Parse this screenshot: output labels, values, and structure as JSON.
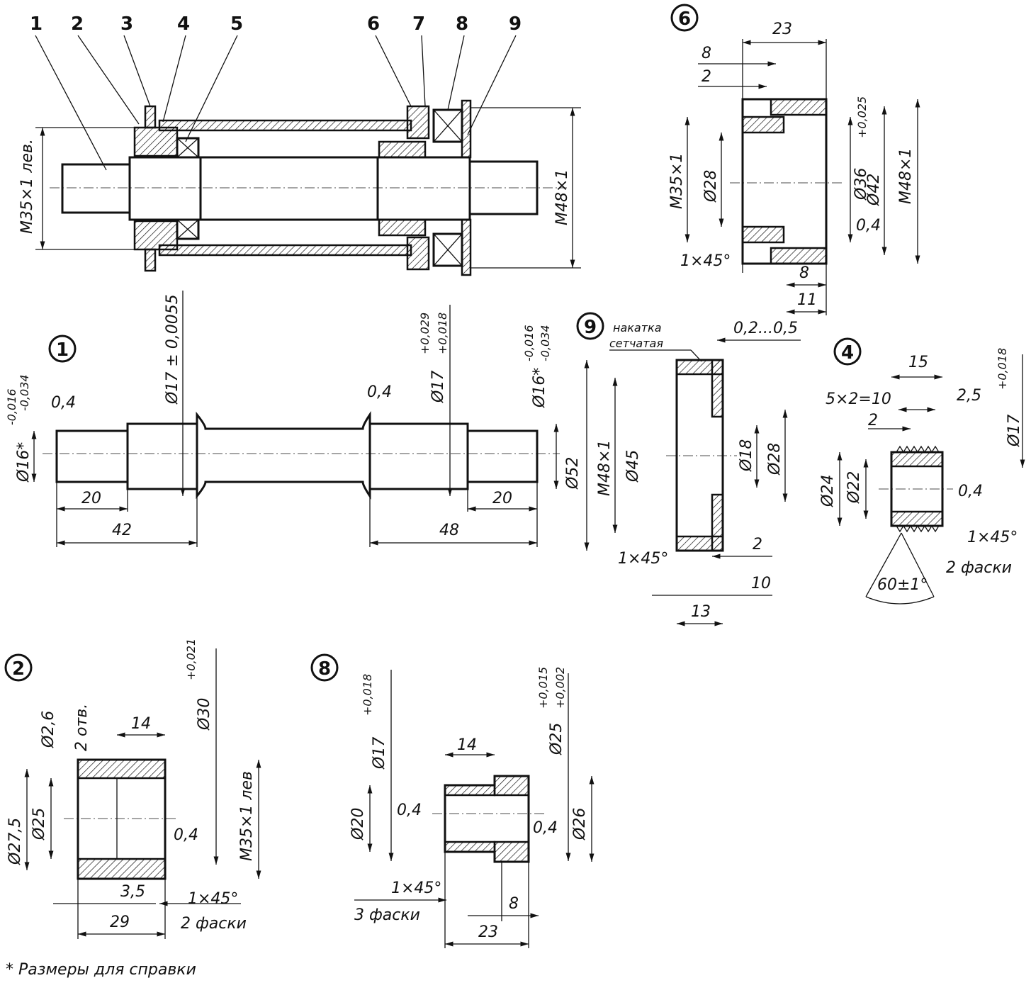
{
  "assembly": {
    "callouts": [
      "1",
      "2",
      "3",
      "4",
      "5",
      "6",
      "7",
      "8",
      "9"
    ],
    "thread_left": "M35×1 лев.",
    "thread_right": "M48×1"
  },
  "part6": {
    "number": "6",
    "labels": [
      "23",
      "8",
      "2",
      "M35×1",
      "Ø28",
      "Ø36",
      "Ø42",
      "+0,025",
      "M48×1",
      "0,4",
      "1×45°",
      "8",
      "11"
    ]
  },
  "part1": {
    "number": "1",
    "labels": [
      "Ø16*",
      "-0,016",
      "-0,034",
      "0,4",
      "Ø17 ± 0,0055",
      "0,4",
      "Ø17",
      "+0,029",
      "+0,018",
      "Ø16*",
      "-0,016",
      "-0,034",
      "Ø52",
      "20",
      "42",
      "48",
      "20"
    ]
  },
  "part9": {
    "number": "9",
    "note_line1": "накатка",
    "note_line2": "сетчатая",
    "labels": [
      "0,2...0,5",
      "M48×1",
      "Ø45",
      "Ø18",
      "Ø28",
      "1×45°",
      "2",
      "10",
      "13"
    ]
  },
  "part4": {
    "number": "4",
    "labels": [
      "15",
      "5×2=10",
      "2,5",
      "2",
      "Ø17",
      "+0,018",
      "Ø24",
      "Ø22",
      "0,4",
      "1×45°",
      "2 фаски",
      "60±1°"
    ]
  },
  "part2": {
    "number": "2",
    "labels": [
      "Ø2,6",
      "2 отв.",
      "14",
      "Ø30",
      "+0,021",
      "Ø27,5",
      "Ø25",
      "0,4",
      "M35×1 лев",
      "3,5",
      "1×45°",
      "29",
      "2 фаски"
    ]
  },
  "part8": {
    "number": "8",
    "labels": [
      "Ø17",
      "+0,018",
      "14",
      "Ø25",
      "+0,015",
      "+0,002",
      "Ø20",
      "0,4",
      "0,4",
      "Ø26",
      "1×45°",
      "3 фаски",
      "8",
      "23"
    ]
  },
  "footnote": "* Размеры для справки"
}
